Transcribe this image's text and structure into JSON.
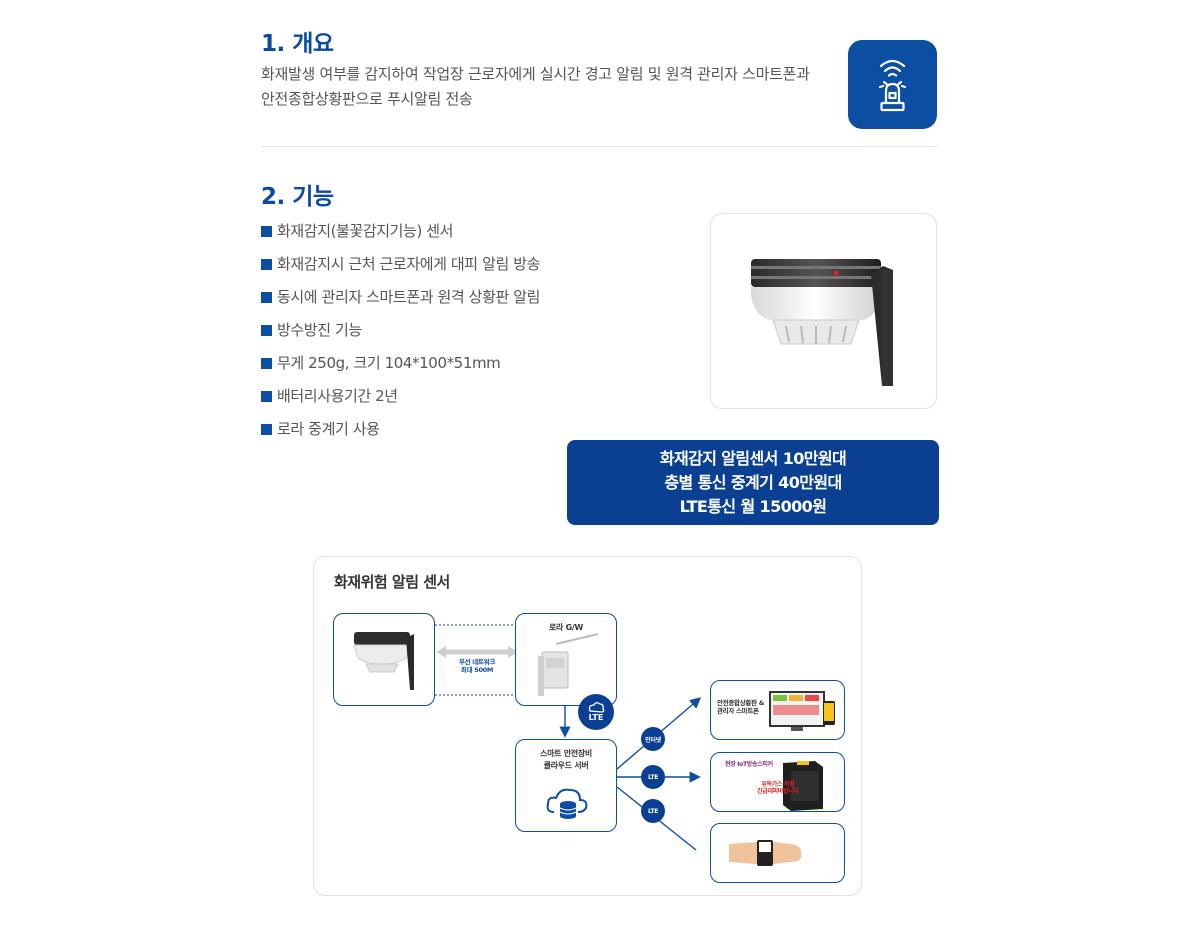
{
  "overview": {
    "title": "1. 개요",
    "line1": "화재발생 여부를 감지하여 작업장 근로자에게 실시간 경고 알림 및 원격 관리자 스마트폰과",
    "line2": "안전종합상황판으로 푸시알림 전송",
    "icon": "alarm-siren-icon"
  },
  "features": {
    "title": "2. 기능",
    "items": [
      "화재감지(불꽃감지기능) 센서",
      "화재감지시 근처 근로자에게 대피 알림 방송",
      "동시에 관리자 스마트폰과 원격 상황판 알림",
      "방수방진 기능",
      "무게 250g, 크기 104*100*51mm",
      "배터리사용기간 2년",
      "로라 중계기 사용"
    ]
  },
  "price": {
    "line1": "화재감지 알림센서 10만원대",
    "line2": "층별 통신 중계기 40만원대",
    "line3": "LTE통신 월 15000원"
  },
  "diagram": {
    "title": "화재위험 알림 센서",
    "gateway_label": "로라 G/W",
    "network_line1": "무선 네트워크",
    "network_line2": "최대 500M",
    "lte_bubble": "LTE",
    "server_line1": "스마트 안전장비",
    "server_line2": "클라우드 서버",
    "badge_internet": "인터넷",
    "badge_lte1": "LTE",
    "badge_lte2": "LTE",
    "dashboard_line1": "안전종합상황판 &",
    "dashboard_line2": "관리자 스마트폰",
    "speaker_title": "현장 IoT방송스피커",
    "speaker_msg1": "유독가스 위험",
    "speaker_msg2": "긴급대피바랍니다"
  },
  "colors": {
    "brand_blue": "#0b4ea2",
    "dark_blue": "#0b3f92"
  }
}
